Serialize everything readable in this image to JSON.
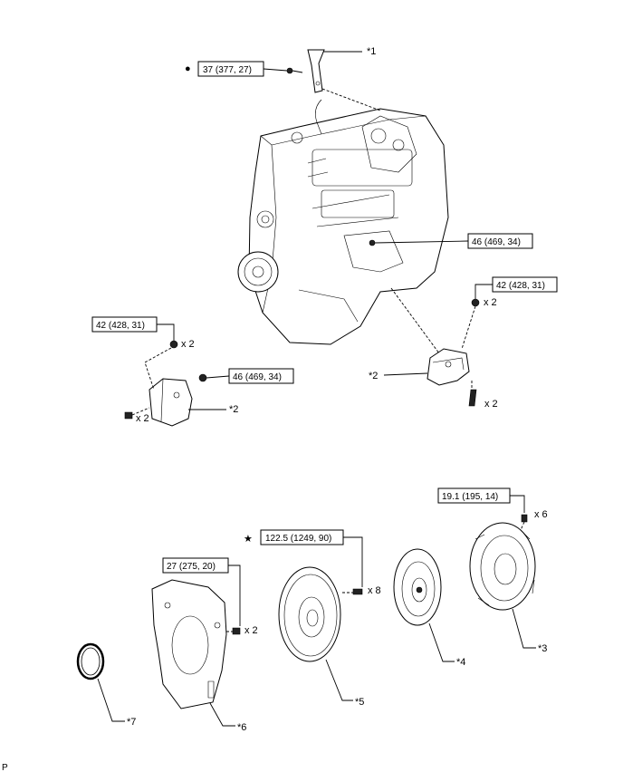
{
  "torque_labels": {
    "t1": "37 (377, 27)",
    "t2": "46 (469, 34)",
    "t3": "42 (428, 31)",
    "t4": "42 (428, 31)",
    "t5": "46 (469, 34)",
    "t6": "19.1 (195, 14)",
    "t7": "122.5 (1249, 90)",
    "t8": "27 (275, 20)"
  },
  "symbols": {
    "bullet": "●",
    "star": "★"
  },
  "quantities": {
    "q1": "x 2",
    "q2": "x 2",
    "q3": "x 2",
    "q4": "x 2",
    "q5": "x 6",
    "q6": "x 8",
    "q7": "x 2"
  },
  "part_refs": {
    "r1": "*1",
    "r2a": "*2",
    "r2b": "*2",
    "r3": "*3",
    "r4": "*4",
    "r5": "*5",
    "r6": "*6",
    "r7": "*7"
  },
  "corner_mark": "P"
}
